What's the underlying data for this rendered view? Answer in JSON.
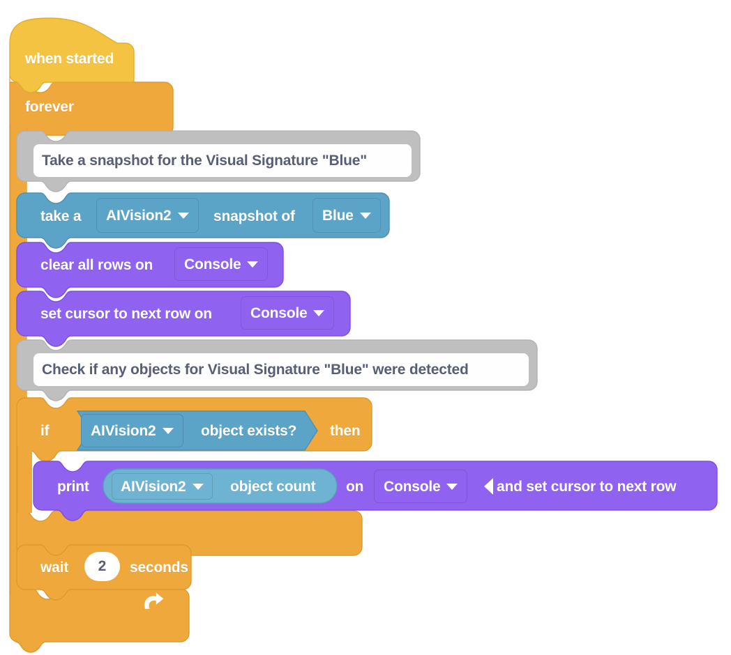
{
  "program": {
    "title": "when started",
    "palette": {
      "hat_fill": "#f5c342",
      "hat_stroke": "#e0ae2e",
      "control_fill": "#efa83c",
      "control_stroke": "#dd9a2f",
      "comment_fill": "#bfbfbf",
      "comment_stroke": "#b3b3b3",
      "comment_text": "#575e75",
      "vision_fill": "#5ba3c7",
      "vision_stroke": "#4e90b2",
      "vision_reporter_fill": "#6eb4d2",
      "vision_reporter_stroke": "#569fc0",
      "console_fill": "#8f63f0",
      "console_stroke": "#7d4fe0",
      "field_stroke": "rgba(0,0,0,0.12)",
      "text_white": "#ffffff"
    },
    "blocks": [
      {
        "id": "when-started",
        "type": "hat",
        "label": "when started"
      },
      {
        "id": "forever",
        "type": "c-loop",
        "label": "forever",
        "loop_icon": "loop-arrow-icon"
      },
      {
        "id": "comment-1",
        "type": "comment",
        "text": "Take a snapshot for the Visual Signature \"Blue\""
      },
      {
        "id": "take-snapshot",
        "type": "stack",
        "category": "aivision",
        "parts": [
          {
            "kind": "text",
            "value": "take a"
          },
          {
            "kind": "dropdown",
            "value": "AIVision2"
          },
          {
            "kind": "text",
            "value": "snapshot of"
          },
          {
            "kind": "dropdown",
            "value": "Blue"
          }
        ]
      },
      {
        "id": "clear-all-rows",
        "type": "stack",
        "category": "console",
        "parts": [
          {
            "kind": "text",
            "value": "clear all rows on"
          },
          {
            "kind": "dropdown",
            "value": "Console"
          }
        ]
      },
      {
        "id": "set-cursor-next-row",
        "type": "stack",
        "category": "console",
        "parts": [
          {
            "kind": "text",
            "value": "set cursor to next row on"
          },
          {
            "kind": "dropdown",
            "value": "Console"
          }
        ]
      },
      {
        "id": "comment-2",
        "type": "comment",
        "text": "Check if any objects for Visual Signature \"Blue\" were detected"
      },
      {
        "id": "if-then",
        "type": "c-if",
        "parts": [
          {
            "kind": "text",
            "value": "if"
          },
          {
            "kind": "boolean",
            "dropdown": "AIVision2",
            "value": "object exists?"
          },
          {
            "kind": "text",
            "value": "then"
          }
        ]
      },
      {
        "id": "print",
        "type": "stack",
        "category": "console",
        "parts": [
          {
            "kind": "text",
            "value": "print"
          },
          {
            "kind": "reporter",
            "dropdown": "AIVision2",
            "value": "object count"
          },
          {
            "kind": "text",
            "value": "on"
          },
          {
            "kind": "dropdown",
            "value": "Console"
          },
          {
            "kind": "icon",
            "value": "collapse-left-triangle-icon"
          },
          {
            "kind": "text",
            "value": "and set cursor to next row"
          }
        ]
      },
      {
        "id": "wait",
        "type": "stack",
        "category": "control",
        "parts": [
          {
            "kind": "text",
            "value": "wait"
          },
          {
            "kind": "number",
            "value": "2"
          },
          {
            "kind": "text",
            "value": "seconds"
          }
        ]
      }
    ]
  }
}
